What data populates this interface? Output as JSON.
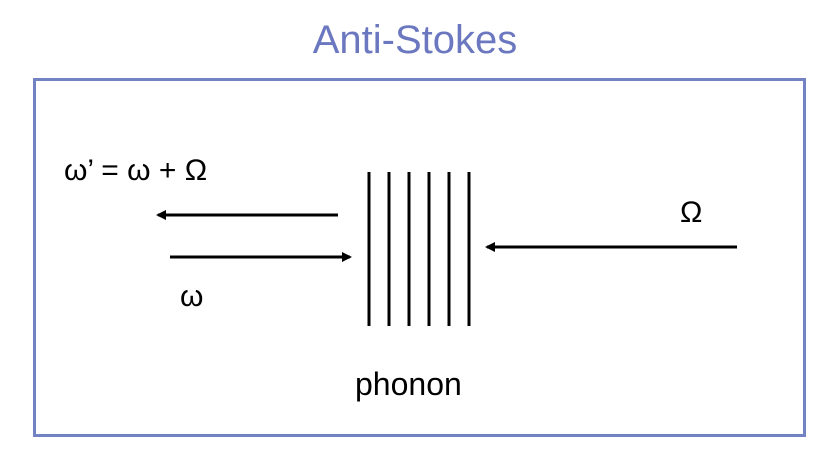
{
  "title": "Anti-Stokes",
  "labels": {
    "scattered_frequency": "ω’ = ω + Ω",
    "incident_frequency": "ω",
    "phonon_frequency": "Ω",
    "phonon": "phonon"
  },
  "colors": {
    "title": "#6b78c0",
    "frame": "#7282c2",
    "ink": "#000000"
  }
}
